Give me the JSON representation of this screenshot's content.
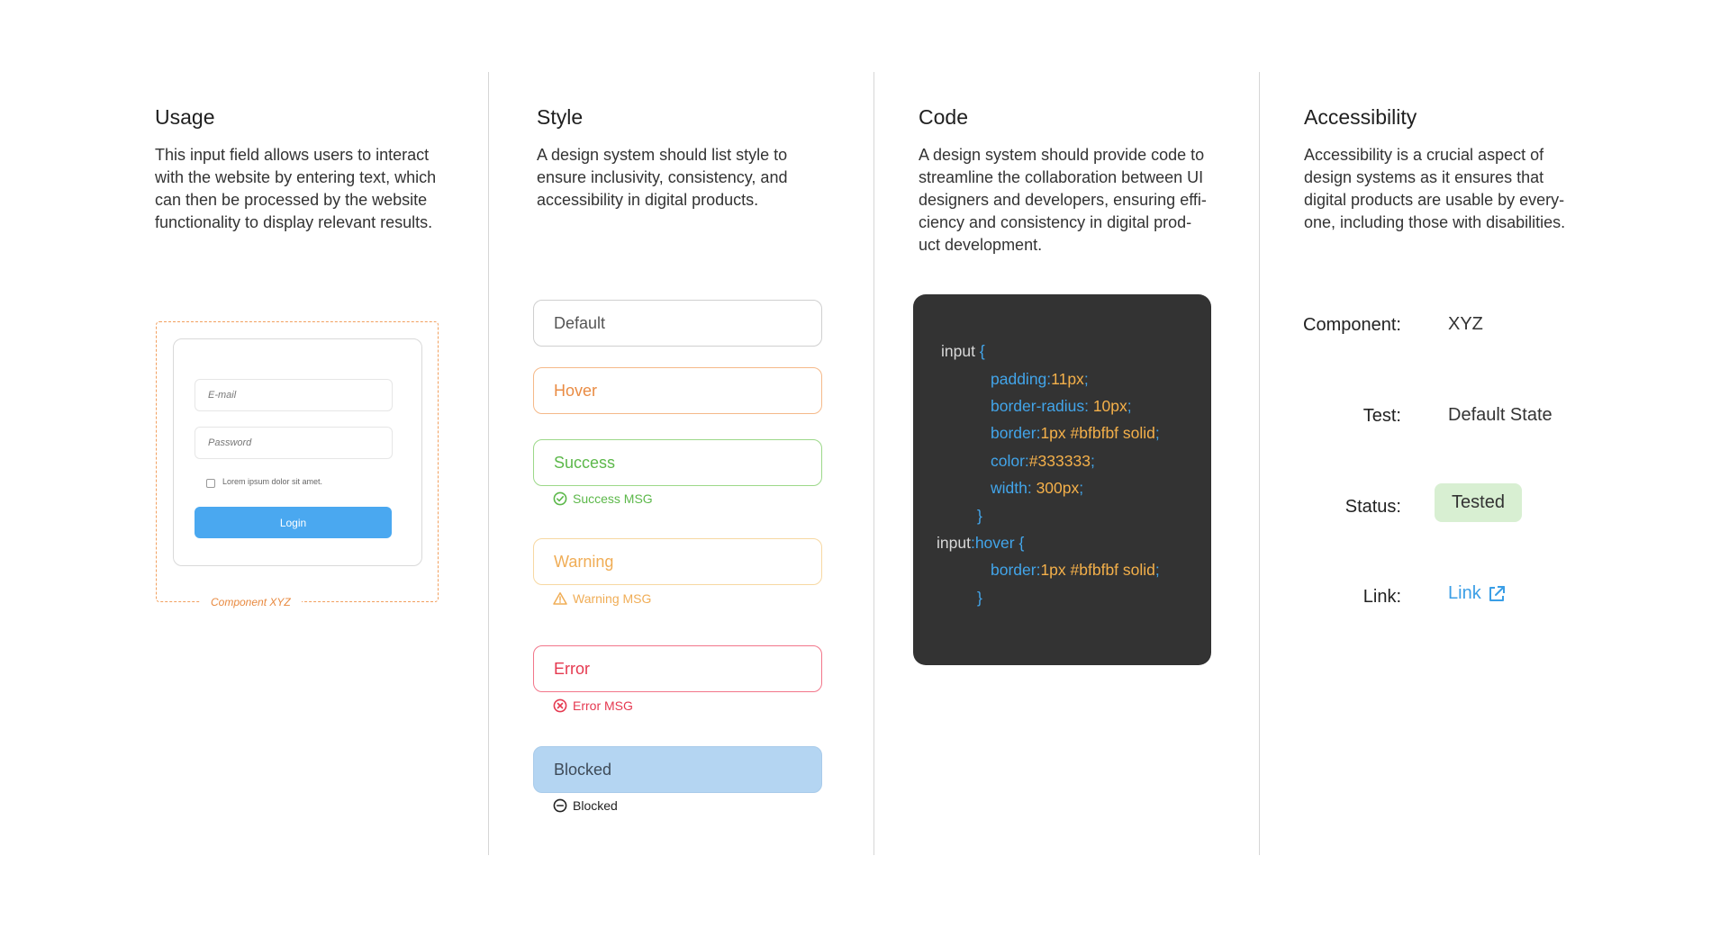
{
  "usage": {
    "title": "Usage",
    "lines": [
      "This input field allows users to interact",
      "with the website by entering text, which",
      "can then be processed by the website",
      "functionality to display relevant results."
    ],
    "component": {
      "email_placeholder": "E-mail",
      "password_placeholder": "Password",
      "checkbox_label": "Lorem ipsum dolor sit amet.",
      "login_label": "Login",
      "caption": "Component XYZ"
    }
  },
  "style": {
    "title": "Style",
    "lines": [
      "A design system should list style to",
      "ensure inclusivity, consistency, and",
      "accessibility in digital products."
    ],
    "states": {
      "default": "Default",
      "hover": "Hover",
      "success": "Success",
      "success_msg": "Success MSG",
      "warning": "Warning",
      "warning_msg": "Warning MSG",
      "error": "Error",
      "error_msg": "Error MSG",
      "blocked": "Blocked",
      "blocked_msg": "Blocked"
    }
  },
  "code": {
    "title": "Code",
    "lines": [
      "A design system should provide code to",
      "streamline the collaboration between UI",
      "designers and developers, ensuring effi-",
      "ciency and consistency in digital prod-",
      "uct development."
    ],
    "snippet": {
      "selector1": "input",
      "brace_open": "{",
      "p1_prop": "padding:",
      "p1_val": "11px",
      "p2_prop": "border-radius: ",
      "p2_val": "10px",
      "p3_prop": "border:",
      "p3_val": "1px #bfbfbf solid",
      "p4_prop": "color:",
      "p4_val": "#333333",
      "p5_prop": "width: ",
      "p5_val": "300px",
      "semicolon": ";",
      "brace_close": "}",
      "selector2": "input",
      "pseudo": ":hover",
      "brace_open2": " {",
      "p6_prop": "border:",
      "p6_val": "1px #bfbfbf solid"
    }
  },
  "accessibility": {
    "title": "Accessibility",
    "lines": [
      "Accessibility is a crucial aspect of",
      "design systems as it ensures that",
      "digital products are usable by every-",
      "one, including those with disabilities."
    ],
    "component_label": "Component:",
    "component_value": "XYZ",
    "test_label": "Test:",
    "test_value": "Default State",
    "status_label": "Status:",
    "status_value": "Tested",
    "link_label": "Link:",
    "link_value": "Link"
  },
  "colors": {
    "hover": "#e98b43",
    "success": "#5cb84a",
    "warning": "#f0ad56",
    "error": "#e53950",
    "blocked": "#b4d5f2",
    "code_bg": "#333333",
    "code_blue": "#42a5ea",
    "code_orange": "#f4b04a",
    "link": "#3a9ee6",
    "status_bg": "#d8efd2"
  }
}
